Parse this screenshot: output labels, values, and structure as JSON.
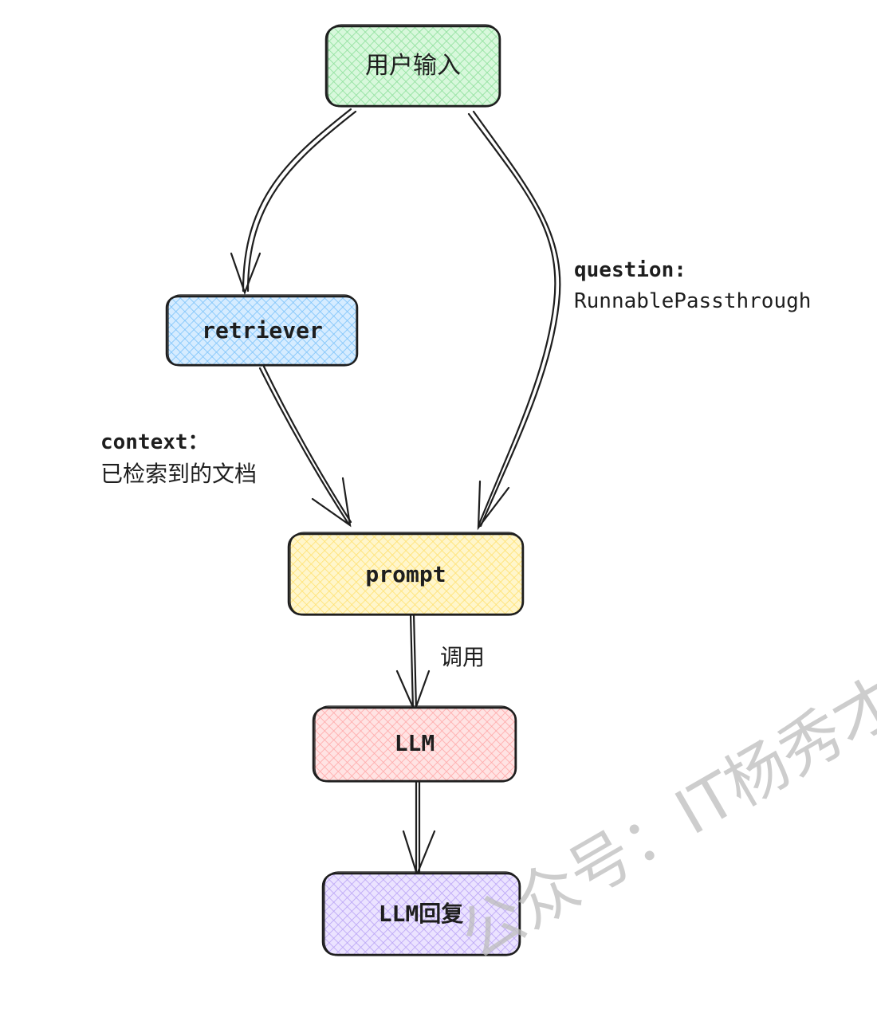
{
  "nodes": {
    "user_input": {
      "label": "用户输入",
      "color": "#b2f2bb"
    },
    "retriever": {
      "label": "retriever",
      "color": "#a5d8ff"
    },
    "prompt": {
      "label": "prompt",
      "color": "#ffec99"
    },
    "llm": {
      "label": "LLM",
      "color": "#ffc9c9"
    },
    "llm_reply": {
      "label": "LLM回复",
      "color": "#d0bfff"
    }
  },
  "edges": {
    "question": {
      "line1": "question:",
      "line2": "RunnablePassthrough"
    },
    "context": {
      "line1": "context：",
      "line2": "已检索到的文档"
    },
    "invoke": {
      "label": "调用"
    }
  },
  "watermark": "公众号：IT杨秀才"
}
